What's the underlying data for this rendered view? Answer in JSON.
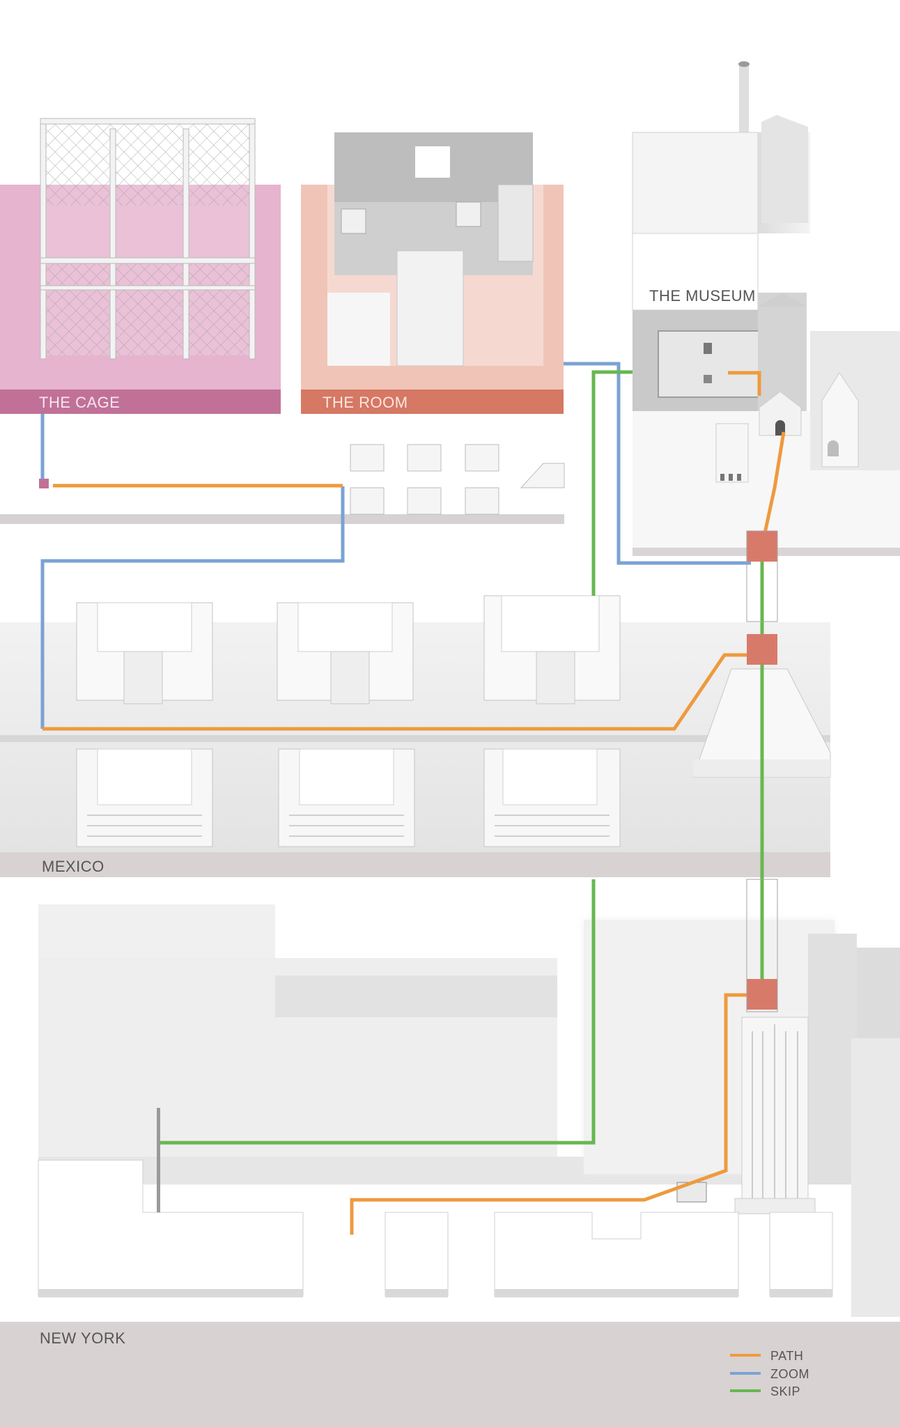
{
  "regions": {
    "cage": {
      "label": "THE CAGE",
      "color": "#c27196",
      "fill": "#e8b9d3"
    },
    "room": {
      "label": "THE ROOM",
      "color": "#d67966",
      "fill": "#f0c3b6"
    },
    "museum": {
      "label": "THE MUSEUM"
    },
    "mexico": {
      "label": "MEXICO"
    },
    "new_york": {
      "label": "NEW YORK"
    }
  },
  "legend": [
    {
      "label": "PATH",
      "color": "#ee9a3d"
    },
    {
      "label": "ZOOM",
      "color": "#7aa3d3"
    },
    {
      "label": "SKIP",
      "color": "#67b84f"
    }
  ],
  "colors": {
    "path": "#ee9a3d",
    "zoom": "#7aa3d3",
    "skip": "#67b84f",
    "band": "#d8d2d3",
    "block": "#ffffff",
    "shadow": "#d9d9d9",
    "marker": "#d87a6a"
  }
}
